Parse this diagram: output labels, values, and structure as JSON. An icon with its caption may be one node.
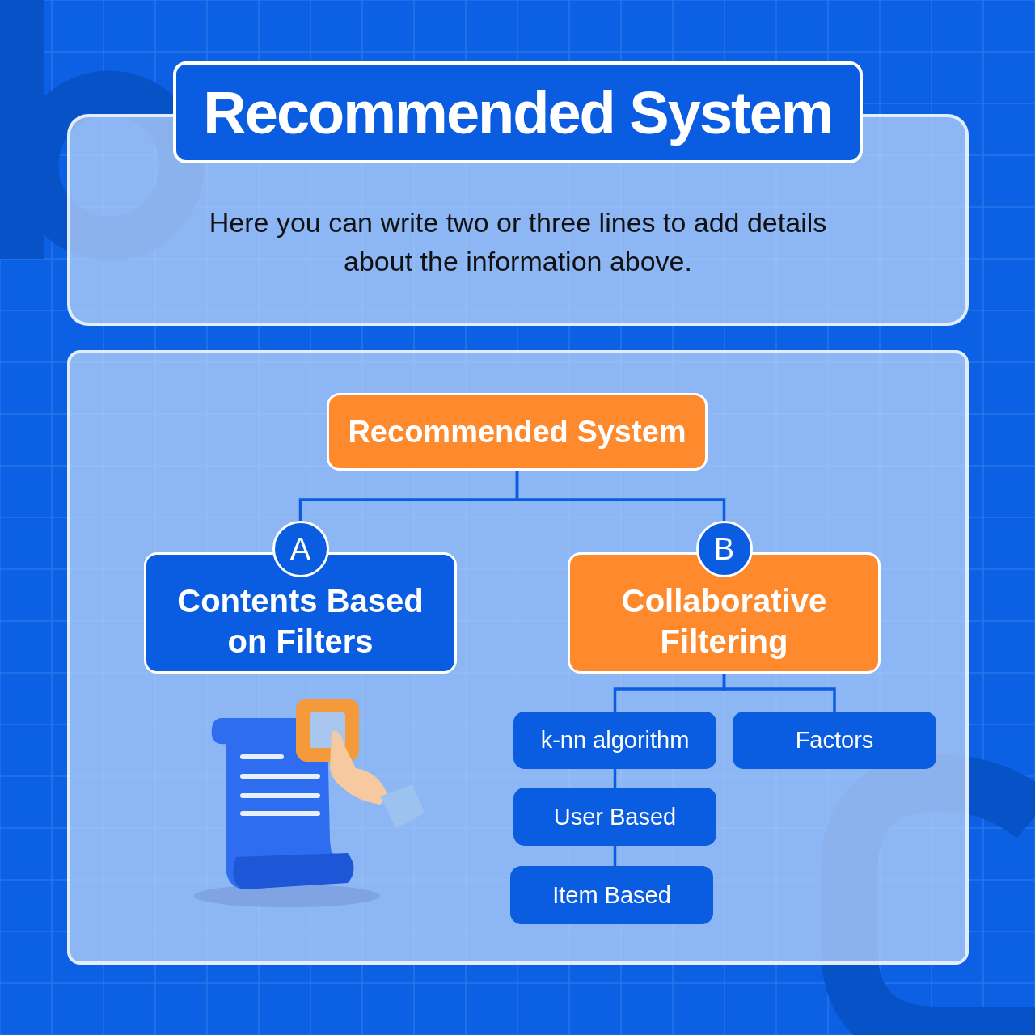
{
  "diagram": {
    "title": "Recommended System",
    "nodes": [
      {
        "text": [
          "Here you can write two or three lines to add details about the information above."
        ]
      },
      {
        "text": [],
        "shape": "box"
      },
      {
        "text": [
          "Recommended System"
        ],
        "in": 1
      },
      {
        "text": [
          "A",
          "Contents Based on Filters"
        ],
        "in": 1
      },
      {
        "text": [
          "B",
          "Collaborative Filtering"
        ],
        "in": 1
      },
      {
        "text": [
          "k-nn algorithm"
        ],
        "in": 1
      },
      {
        "text": [
          "Factors"
        ],
        "in": 1
      },
      {
        "text": [
          "User Based"
        ],
        "in": 1
      },
      {
        "text": [
          "Item Based"
        ],
        "in": 1
      }
    ],
    "edges": [
      {
        "from": 2,
        "to": 3,
        "arrow": "none"
      },
      {
        "from": 2,
        "to": 4,
        "arrow": "none"
      },
      {
        "from": 4,
        "to": 5,
        "arrow": "none"
      },
      {
        "from": 4,
        "to": 6,
        "arrow": "none"
      },
      {
        "from": 5,
        "to": 7,
        "arrow": "none"
      },
      {
        "from": 7,
        "to": 8,
        "arrow": "none"
      }
    ]
  }
}
